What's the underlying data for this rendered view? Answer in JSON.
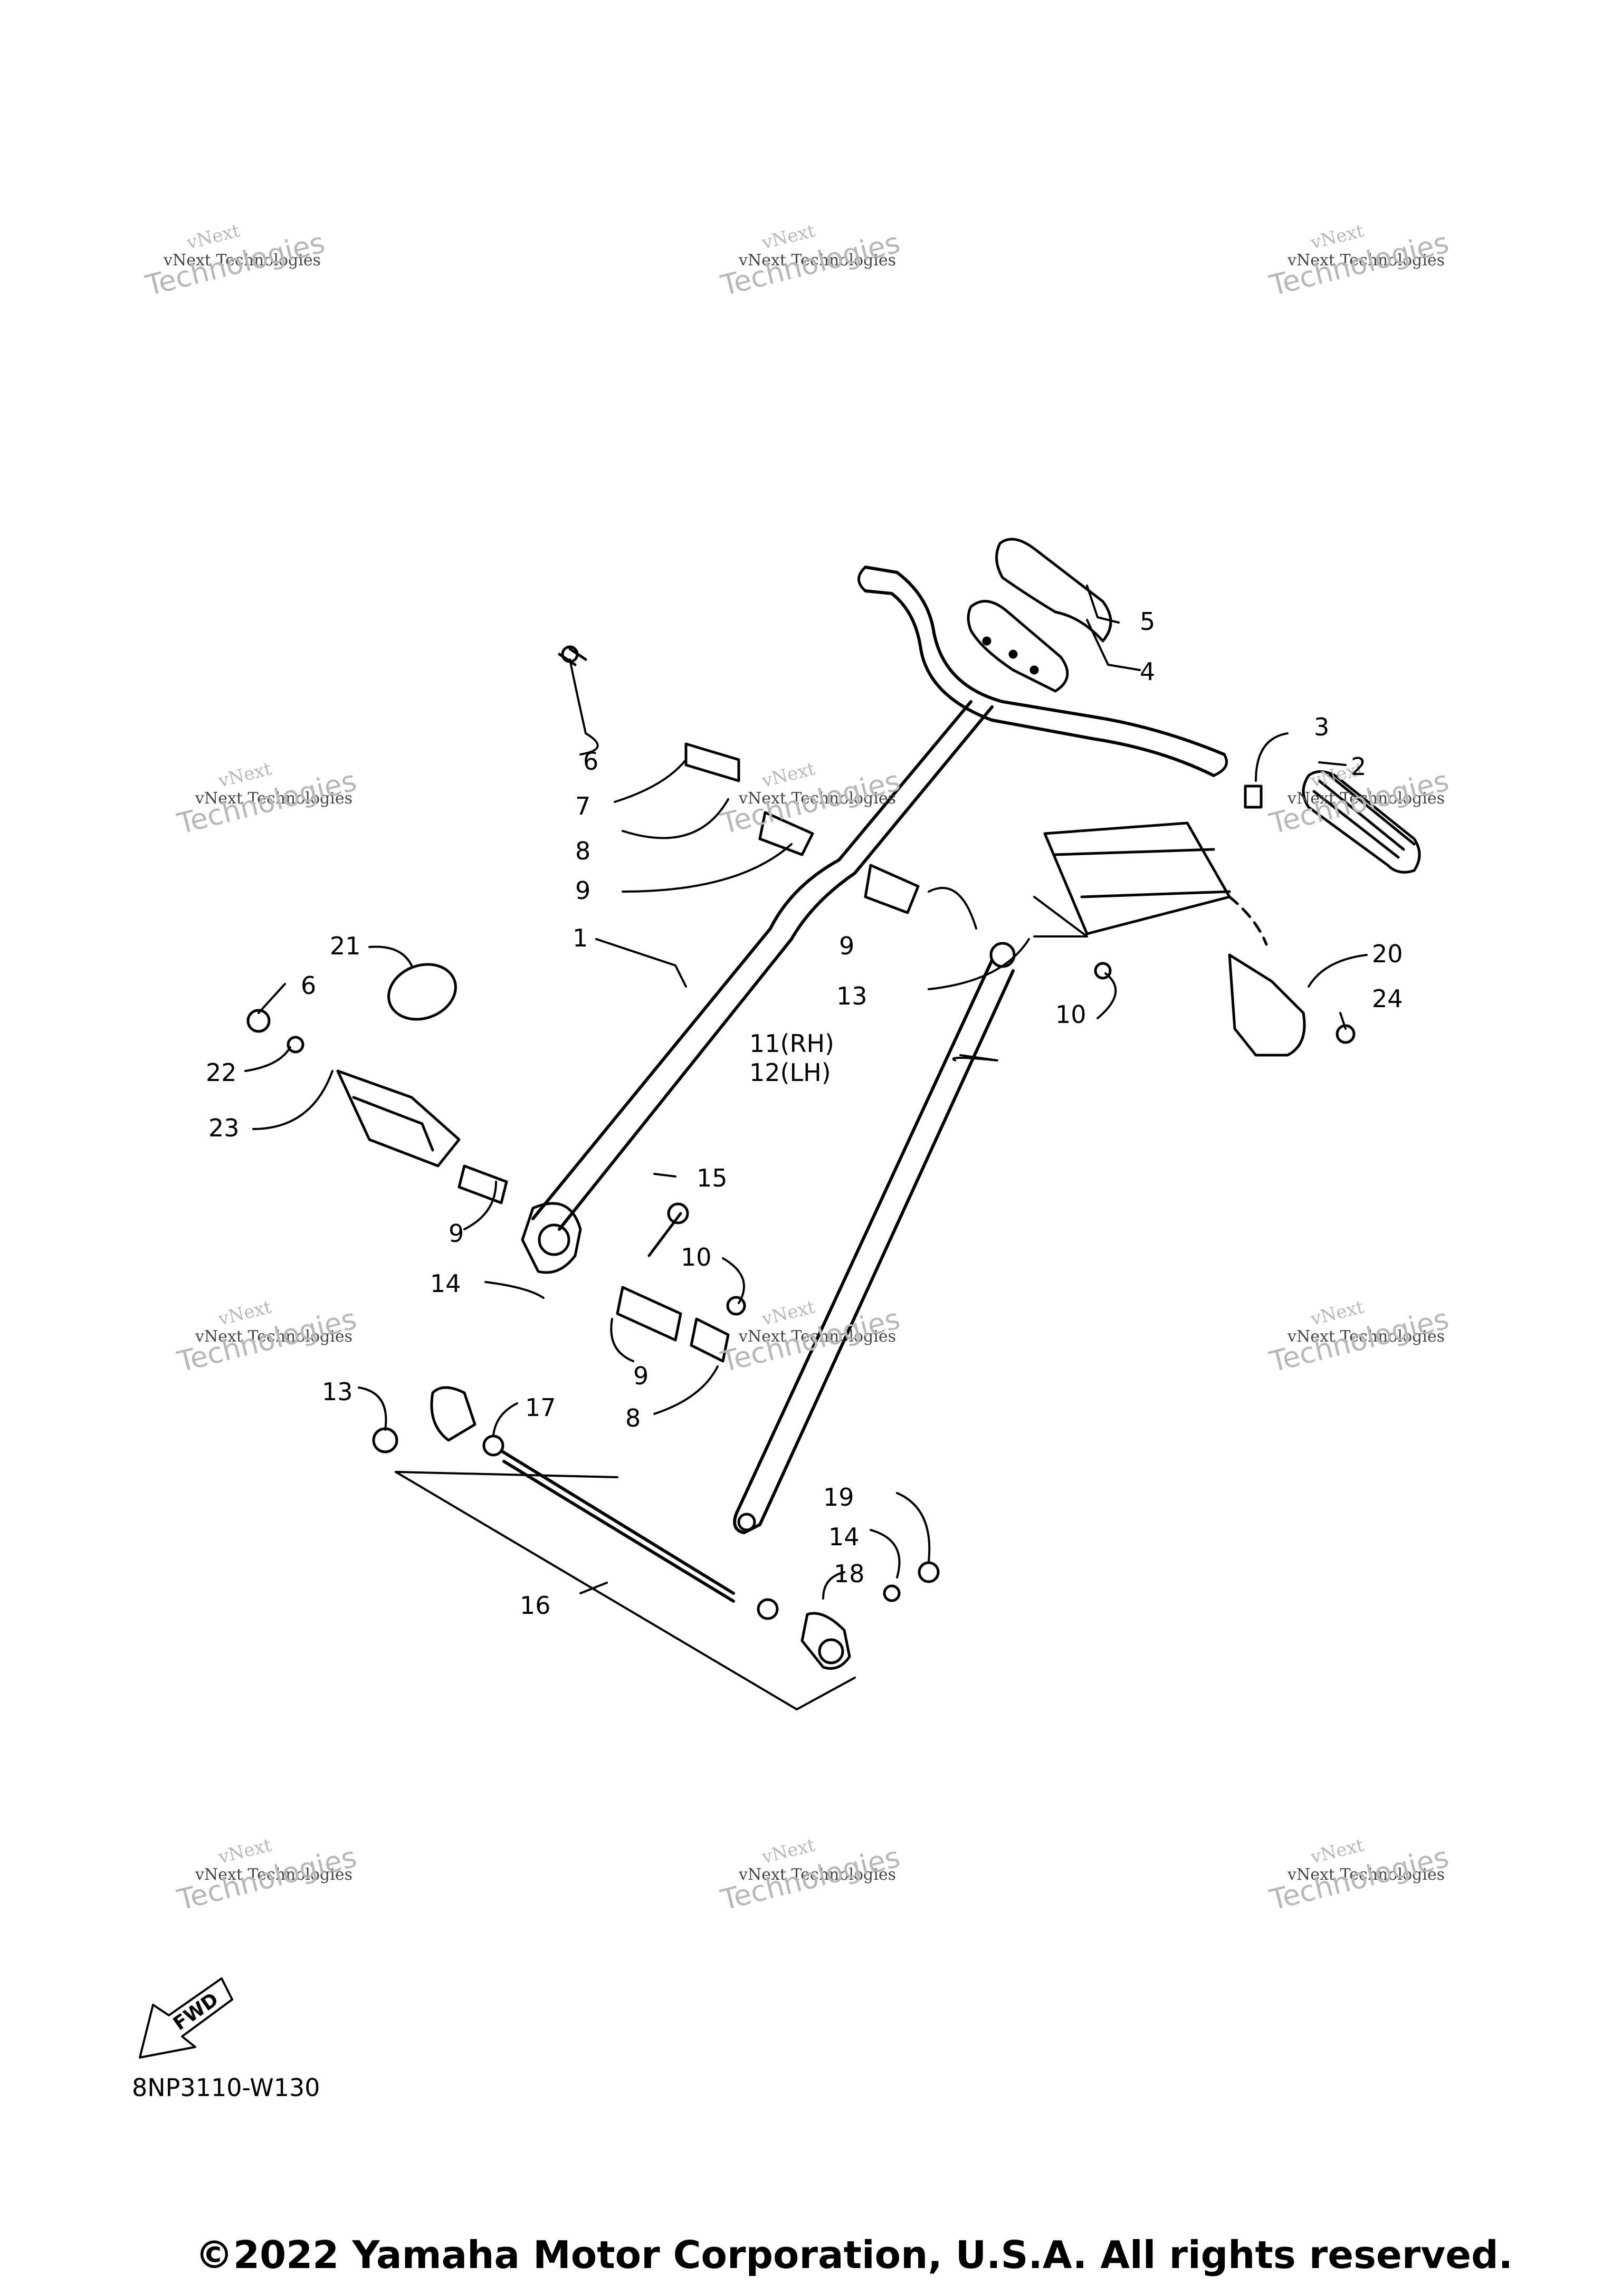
{
  "watermark": {
    "line1": "vNext",
    "line2": "vNext Technologies",
    "line3": "Technologies"
  },
  "callouts": {
    "c1": "1",
    "c2": "2",
    "c3": "3",
    "c4": "4",
    "c5": "5",
    "c6a": "6",
    "c6b": "6",
    "c7": "7",
    "c8a": "8",
    "c8b": "8",
    "c9a": "9",
    "c9b": "9",
    "c9c": "9",
    "c9d": "9",
    "c10a": "10",
    "c10b": "10",
    "c11": "11(RH)",
    "c12": "12(LH)",
    "c13a": "13",
    "c13b": "13",
    "c14a": "14",
    "c14b": "14",
    "c15": "15",
    "c16": "16",
    "c17": "17",
    "c18": "18",
    "c19": "19",
    "c20": "20",
    "c21": "21",
    "c22": "22",
    "c23": "23",
    "c24": "24"
  },
  "fwd_label": "FWD",
  "part_code": "8NP3110-W130",
  "copyright": "©2022 Yamaha Motor Corporation, U.S.A. All rights reserved."
}
